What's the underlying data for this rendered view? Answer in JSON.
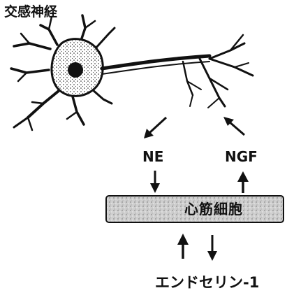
{
  "title": "交感神経",
  "nodes": {
    "neuron": {
      "icon": "neuron-illustration"
    },
    "cardiomyocyte": {
      "label": "心筋細胞",
      "fill_color": "#d2d2d2"
    }
  },
  "labels": {
    "ne": "NE",
    "ngf": "NGF",
    "endothelin": "エンドセリン-1"
  },
  "edges": [
    {
      "from": "neuron",
      "to": "ne",
      "direction": "down-left"
    },
    {
      "from": "ngf",
      "to": "neuron",
      "direction": "up-left"
    },
    {
      "from": "ne",
      "to": "cardiomyocyte",
      "direction": "down"
    },
    {
      "from": "cardiomyocyte",
      "to": "ngf",
      "direction": "up"
    },
    {
      "from": "endothelin",
      "to": "cardiomyocyte",
      "direction": "up"
    },
    {
      "from": "cardiomyocyte",
      "to": "endothelin",
      "direction": "down"
    }
  ]
}
